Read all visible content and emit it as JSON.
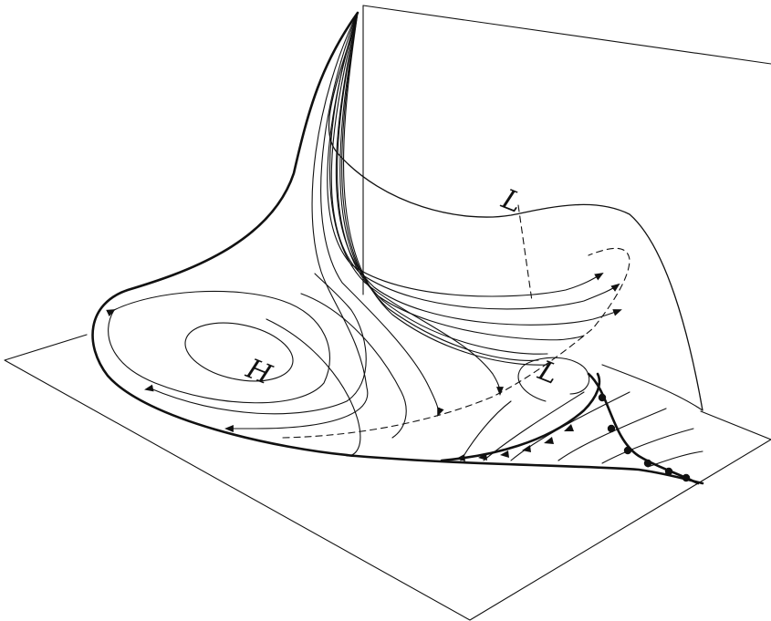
{
  "labels": {
    "high_surface": "H",
    "low_surface": "L",
    "low_aloft": "L"
  },
  "colors": {
    "ink": "#111111",
    "background": "#ffffff"
  }
}
